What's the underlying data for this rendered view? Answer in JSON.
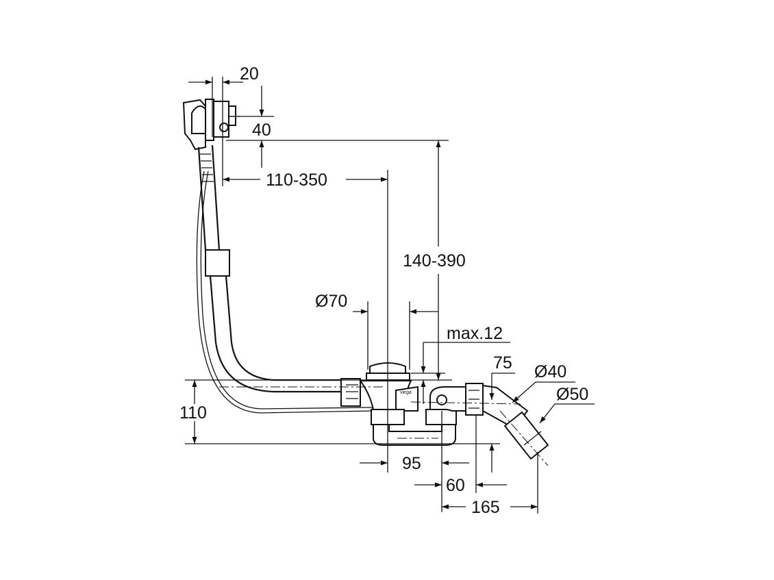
{
  "drawing": {
    "title": "Bath waste and overflow set dimension drawing",
    "logo_text": "viega",
    "dimensions": {
      "valve_offset": "20",
      "valve_height": "40",
      "horizontal_range": "110-350",
      "vertical_range": "140-390",
      "drain_diameter": "Ø70",
      "max_thickness": "max.12",
      "outlet_height": "75",
      "outlet_diameter_small": "Ø40",
      "outlet_diameter_large": "Ø50",
      "trap_height": "110",
      "drain_to_trap": "95",
      "trap_to_outlet": "60",
      "outlet_reach": "165"
    }
  }
}
